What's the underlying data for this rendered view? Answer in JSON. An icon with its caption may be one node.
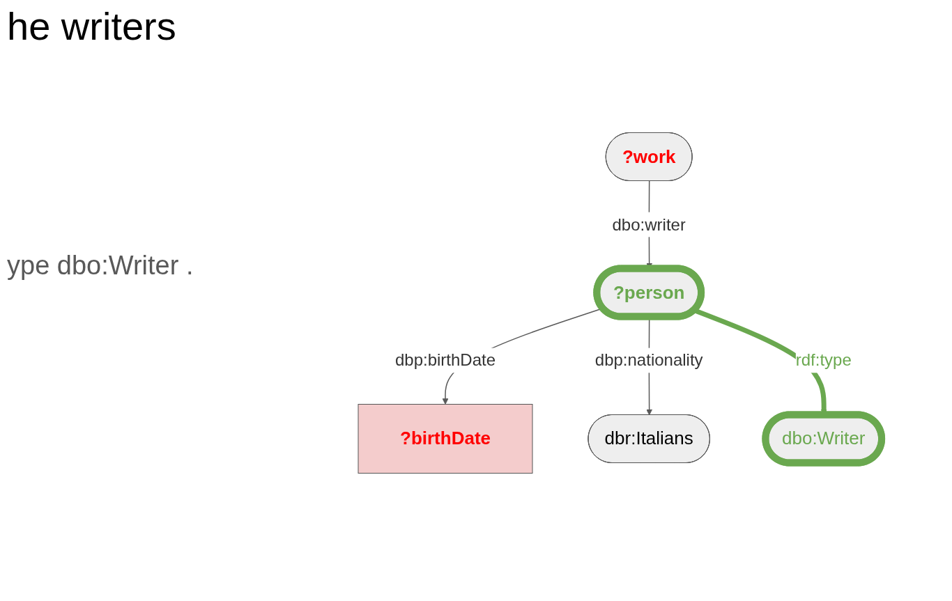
{
  "diagram": {
    "title": "he writers",
    "nodes": [
      {
        "text": [
          "?work"
        ]
      },
      {
        "text": [
          "?birthDate"
        ]
      },
      {
        "text": [
          "?person"
        ]
      },
      {
        "text": [
          "dbr:Italians"
        ]
      },
      {
        "text": [
          "dbo:Writer"
        ]
      }
    ],
    "edges": [
      {
        "from": 0,
        "to": 2,
        "arrow": "to",
        "label": "dbo:writer"
      },
      {
        "from": 2,
        "to": 1,
        "arrow": "to",
        "label": "dbp:birthDate"
      },
      {
        "from": 2,
        "to": 3,
        "arrow": "to",
        "label": "dbp:nationality"
      },
      {
        "from": 2,
        "to": 4,
        "arrow": "to",
        "label": "rdf:type",
        "style": "thick",
        "color": "#6aa84f"
      }
    ],
    "labels": [
      "ype dbo:Writer ."
    ]
  }
}
